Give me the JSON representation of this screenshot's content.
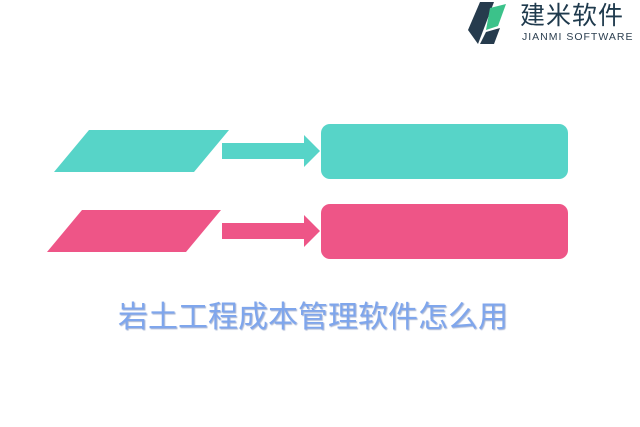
{
  "brand": {
    "name_cn": "建米软件",
    "name_en": "JIANMI SOFTWARE"
  },
  "caption": "岩土工程成本管理软件怎么用",
  "colors": {
    "teal": "#57d4c8",
    "pink": "#ee5587",
    "caption": "#7fa6ec",
    "logo_dark": "#263b4d",
    "logo_green": "#3bc28a"
  },
  "icons": [
    "jianmi-logo-icon",
    "arrow-right-icon"
  ]
}
